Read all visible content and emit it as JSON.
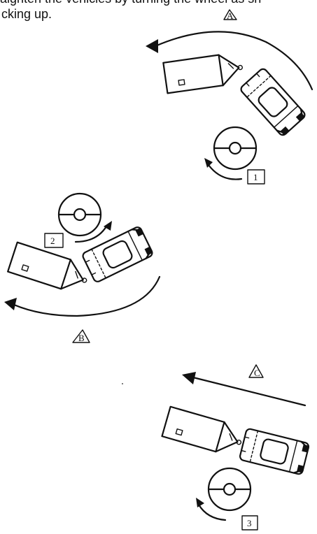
{
  "intro": {
    "line1": "raighten the vehicles by turning the wheel as sh",
    "line2": "cking up."
  },
  "labels": {
    "a": "A",
    "b": "B",
    "c": "C",
    "step1": "1",
    "step2": "2",
    "step3": "3"
  },
  "icons": {
    "steering_wheel": "steering-wheel-icon",
    "turn_arrow": "turn-arrow-icon",
    "trailer": "trailer-icon",
    "car": "car-icon"
  }
}
